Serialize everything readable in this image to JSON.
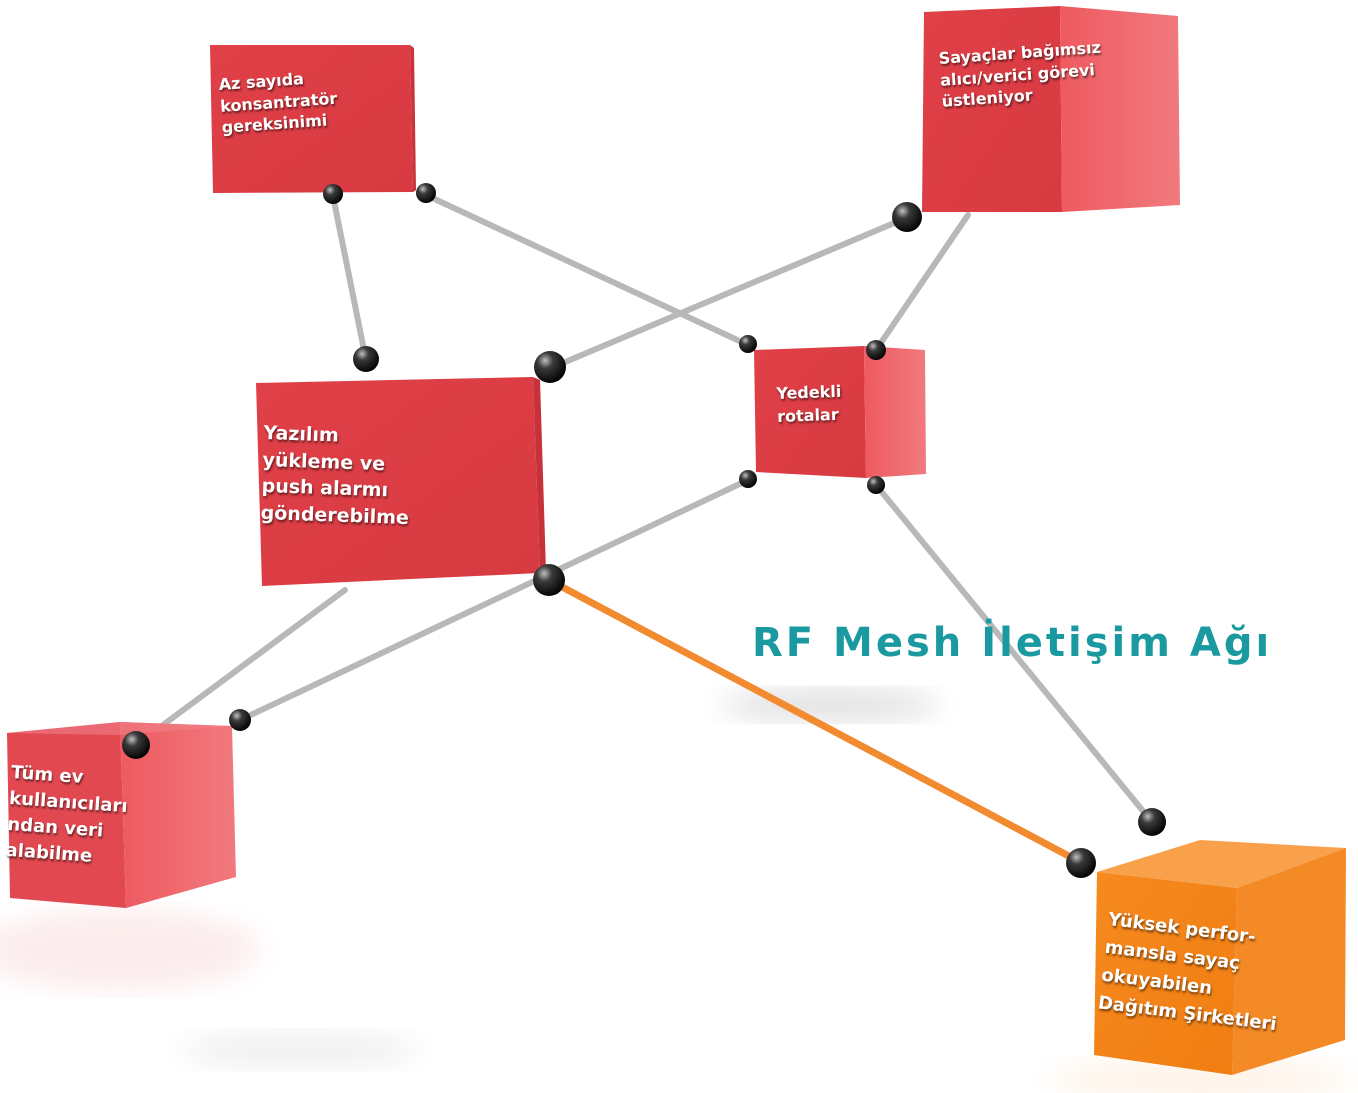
{
  "diagram": {
    "title": "RF Mesh İletişim Ağı",
    "colors": {
      "red_box": "#e8474e",
      "orange_box": "#f7871d",
      "title": "#1a9aa0",
      "connector": "#b8b8b8",
      "highlight_connector": "#f28a30",
      "node": "#222222"
    },
    "boxes": {
      "concentrator": {
        "lines": [
          "Az sayıda",
          "konsantratör",
          "gereksinimi"
        ]
      },
      "transceiver": {
        "lines": [
          "Sayaçlar bağımsız",
          "alıcı/verici görevi",
          "üstleniyor"
        ]
      },
      "software": {
        "lines": [
          "Yazılım",
          "yükleme ve",
          "push alarmı",
          "gönderebilme"
        ]
      },
      "backup_routes": {
        "lines": [
          "Yedekli",
          "rotalar"
        ]
      },
      "all_users": {
        "lines": [
          "Tüm ev",
          "kullanıcıları",
          "ndan veri",
          "alabilme"
        ]
      },
      "distribution": {
        "lines": [
          "Yüksek perfor-",
          "mansla sayaç",
          "okuyabilen",
          "Dağıtım Şirketleri"
        ]
      }
    }
  }
}
